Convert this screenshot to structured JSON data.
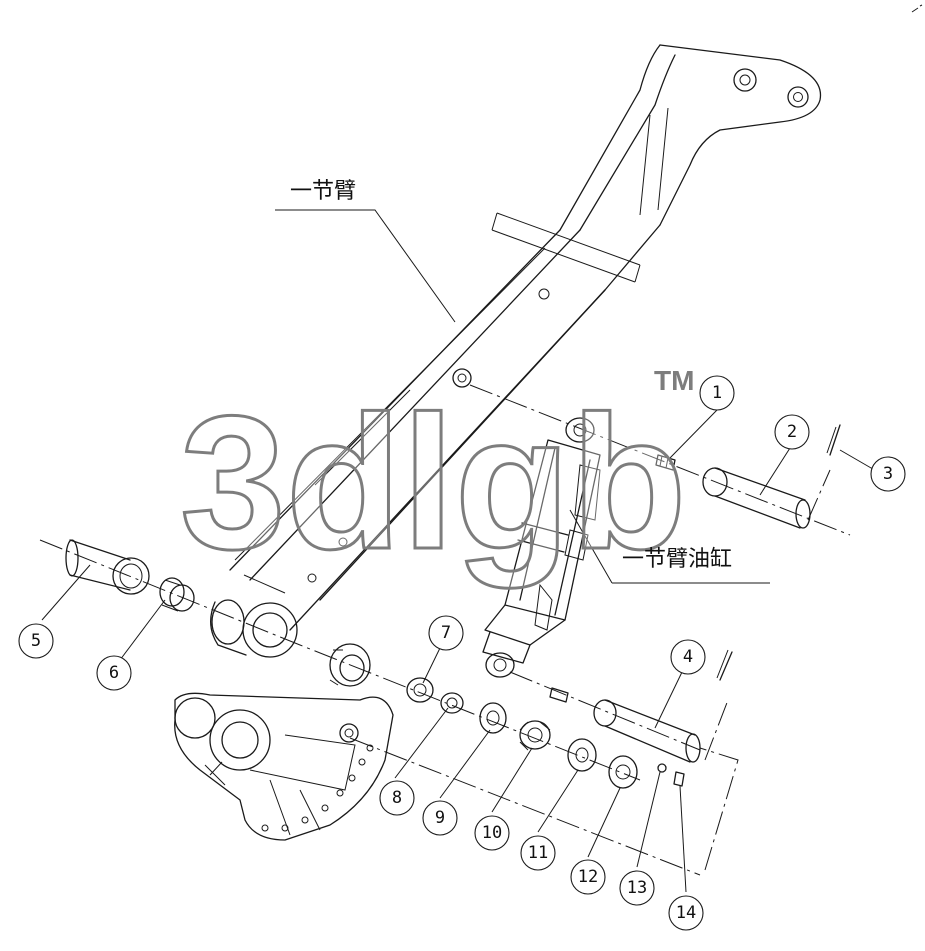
{
  "labels": {
    "arm": "一节臂",
    "arm_cylinder": "一节臂油缸"
  },
  "watermark": {
    "text": "3dlgb",
    "trademark": "TM"
  },
  "callouts": [
    "1",
    "2",
    "3",
    "4",
    "5",
    "6",
    "7",
    "8",
    "9",
    "10",
    "11",
    "12",
    "13",
    "14"
  ],
  "colors": {
    "line": "#1a1a1a",
    "watermark": "#7d7d7d",
    "background": "#ffffff"
  }
}
